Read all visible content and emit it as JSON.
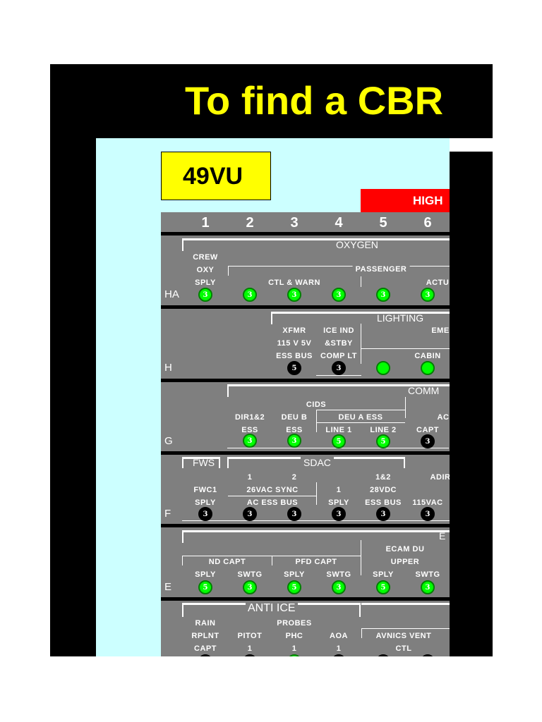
{
  "page": {
    "title": "To find a CBR"
  },
  "panel": {
    "name": "49VU",
    "header_red": "HIGH"
  },
  "columns": [
    "1",
    "2",
    "3",
    "4",
    "5",
    "6"
  ],
  "colors": {
    "frame": "#000000",
    "background": "#ccffff",
    "panel": "#7f7f7f",
    "title": "#ffff00",
    "breaker_green": "#00ff00",
    "breaker_black": "#000000",
    "red_header": "#ff0000"
  },
  "rows": [
    {
      "id": "HA",
      "groups": [
        "OXYGEN",
        "PASSENGER"
      ],
      "labels": {
        "crew": [
          "CREW",
          "OXY",
          "SPLY"
        ],
        "ctl_warn": "CTL & WARN",
        "actu": "ACTU"
      },
      "breakers": [
        {
          "col": "1",
          "rating": "3",
          "state": "green"
        },
        {
          "col": "2",
          "rating": "3",
          "state": "green"
        },
        {
          "col": "3",
          "rating": "3",
          "state": "green"
        },
        {
          "col": "4",
          "rating": "3",
          "state": "green"
        },
        {
          "col": "5",
          "rating": "3",
          "state": "green"
        },
        {
          "col": "6",
          "rating": "3",
          "state": "green"
        }
      ]
    },
    {
      "id": "H",
      "groups": [
        "LIGHTING"
      ],
      "labels": {
        "xfmr": [
          "XFMR",
          "115 V 5V",
          "ESS BUS"
        ],
        "ice": [
          "ICE IND",
          "&STBY",
          "COMP LT"
        ],
        "emer": "EME",
        "cabin": "CABIN"
      },
      "breakers": [
        {
          "col": "3",
          "rating": "5",
          "state": "black"
        },
        {
          "col": "4",
          "rating": "3",
          "state": "black"
        },
        {
          "col": "5",
          "rating": "",
          "state": "green"
        },
        {
          "col": "6",
          "rating": "",
          "state": "green"
        }
      ]
    },
    {
      "id": "G",
      "groups": [
        "COMM",
        "CIDS"
      ],
      "labels": {
        "dir": [
          "DIR1&2",
          "ESS"
        ],
        "deub": [
          "DEU B",
          "ESS"
        ],
        "deua": "DEU A ESS",
        "line1": "LINE 1",
        "line2": "LINE 2",
        "ac": "AC",
        "capt": "CAPT"
      },
      "breakers": [
        {
          "col": "2",
          "rating": "3",
          "state": "green"
        },
        {
          "col": "3",
          "rating": "3",
          "state": "green"
        },
        {
          "col": "4",
          "rating": "5",
          "state": "green"
        },
        {
          "col": "5",
          "rating": "5",
          "state": "green"
        },
        {
          "col": "6",
          "rating": "3",
          "state": "black"
        }
      ]
    },
    {
      "id": "F",
      "groups": [
        "FWS",
        "SDAC"
      ],
      "labels": {
        "n1": "1",
        "n2": "2",
        "n12": "1&2",
        "adir": "ADIR",
        "fwc": [
          "FWC1",
          "SPLY"
        ],
        "sync": "26VAC SYNC",
        "acess": "AC ESS BUS",
        "sply1": [
          "1",
          "SPLY"
        ],
        "dc": [
          "28VDC",
          "ESS BUS"
        ],
        "v115": "115VAC"
      },
      "breakers": [
        {
          "col": "1",
          "rating": "3",
          "state": "black"
        },
        {
          "col": "2",
          "rating": "3",
          "state": "black"
        },
        {
          "col": "3",
          "rating": "3",
          "state": "black"
        },
        {
          "col": "4",
          "rating": "3",
          "state": "black"
        },
        {
          "col": "5",
          "rating": "3",
          "state": "black"
        },
        {
          "col": "6",
          "rating": "3",
          "state": "black"
        }
      ]
    },
    {
      "id": "E",
      "groups": [
        "E"
      ],
      "labels": {
        "ecam": [
          "ECAM DU",
          "UPPER"
        ],
        "nd": "ND CAPT",
        "pfd": "PFD CAPT",
        "c1": "SPLY",
        "c2": "SWTG",
        "c3": "SPLY",
        "c4": "SWTG",
        "c5": "SPLY",
        "c6": "SWTG"
      },
      "breakers": [
        {
          "col": "1",
          "rating": "5",
          "state": "green"
        },
        {
          "col": "2",
          "rating": "3",
          "state": "green"
        },
        {
          "col": "3",
          "rating": "5",
          "state": "green"
        },
        {
          "col": "4",
          "rating": "3",
          "state": "green"
        },
        {
          "col": "5",
          "rating": "5",
          "state": "green"
        },
        {
          "col": "6",
          "rating": "3",
          "state": "green"
        }
      ]
    },
    {
      "id": "",
      "groups": [
        "ANTI  ICE",
        "PROBES"
      ],
      "labels": {
        "rain": [
          "RAIN",
          "RPLNT",
          "CAPT"
        ],
        "pitot": [
          "PITOT",
          "1"
        ],
        "phc": [
          "PHC",
          "1"
        ],
        "aoa": [
          "AOA",
          "1"
        ],
        "avn": [
          "AVNICS VENT",
          "CTL"
        ]
      },
      "breakers": [
        {
          "col": "1",
          "rating": "",
          "state": "black"
        },
        {
          "col": "2",
          "rating": "",
          "state": "black"
        },
        {
          "col": "3",
          "rating": "",
          "state": "green"
        },
        {
          "col": "4",
          "rating": "",
          "state": "black"
        },
        {
          "col": "5",
          "rating": "",
          "state": "black"
        },
        {
          "col": "6",
          "rating": "",
          "state": "black"
        }
      ]
    }
  ]
}
